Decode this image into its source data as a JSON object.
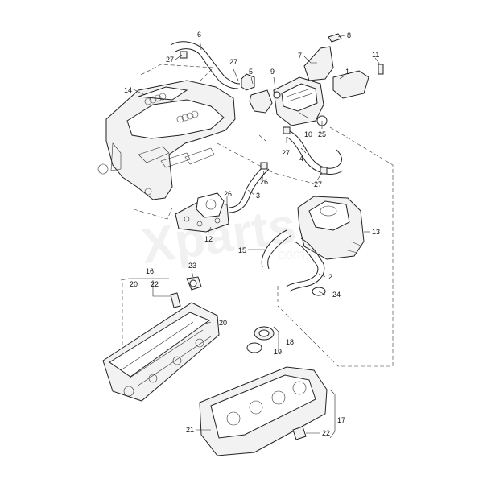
{
  "watermark": {
    "text": "Xparts",
    "sub": "com.ua"
  },
  "callouts": {
    "c1": "1",
    "c2": "2",
    "c3": "3",
    "c4": "4",
    "c5": "5",
    "c6": "6",
    "c7": "7",
    "c8": "8",
    "c9": "9",
    "c10": "10",
    "c11": "11",
    "c12": "12",
    "c13": "13",
    "c14": "14",
    "c15": "15",
    "c16": "16",
    "c17": "17",
    "c18": "18",
    "c19": "19",
    "c20a": "20",
    "c20b": "20",
    "c21": "21",
    "c22a": "22",
    "c22b": "22",
    "c23": "23",
    "c24": "24",
    "c25": "25",
    "c26a": "26",
    "c26b": "26",
    "c27a": "27",
    "c27b": "27",
    "c27c": "27",
    "c27d": "27"
  }
}
